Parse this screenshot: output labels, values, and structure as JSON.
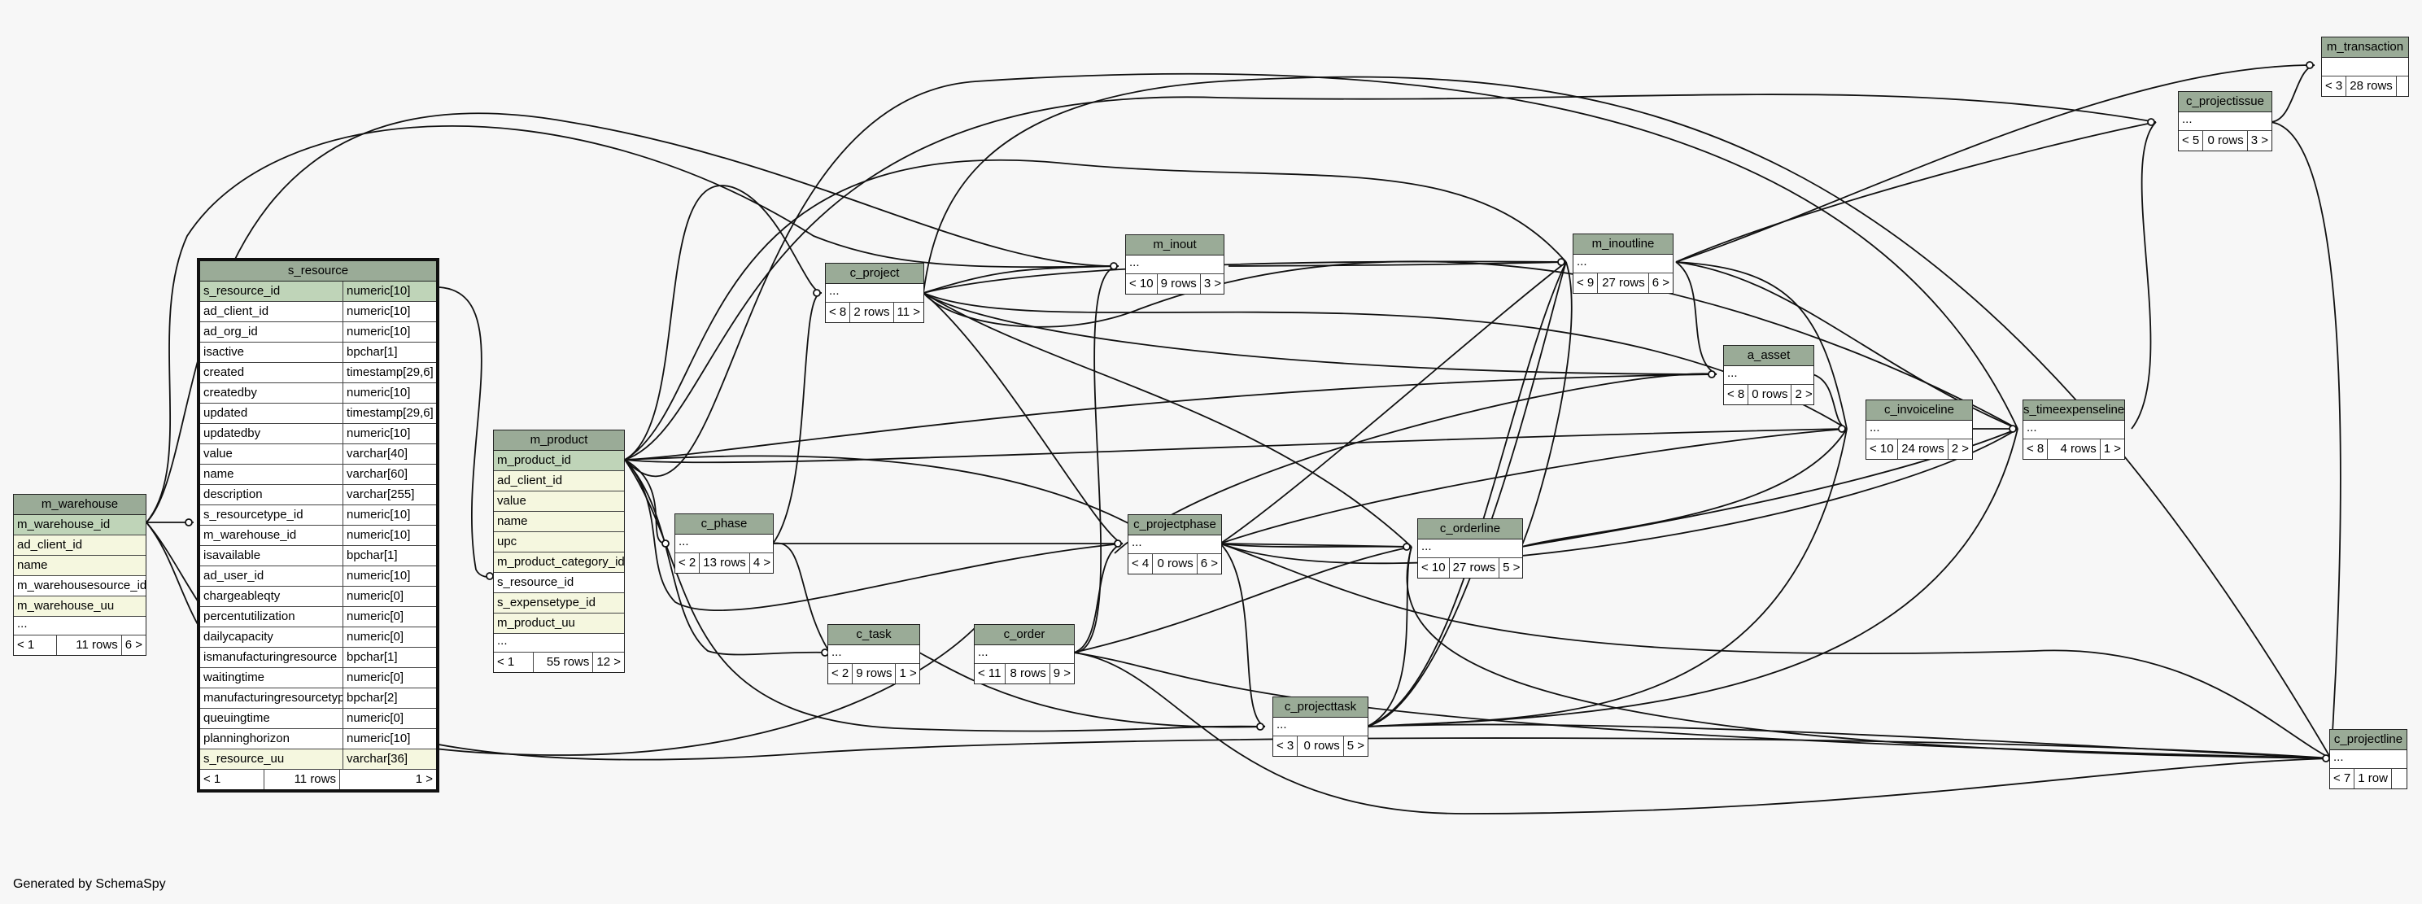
{
  "generated_by": "Generated by SchemaSpy",
  "tables": {
    "m_transaction": {
      "name": "m_transaction",
      "footer": [
        "< 3",
        "28 rows",
        ""
      ]
    },
    "c_projectissue": {
      "name": "c_projectissue",
      "ellipsis": "...",
      "footer": [
        "< 5",
        "0 rows",
        "3 >"
      ]
    },
    "m_inout": {
      "name": "m_inout",
      "ellipsis": "...",
      "footer": [
        "< 10",
        "9 rows",
        "3 >"
      ]
    },
    "m_inoutline": {
      "name": "m_inoutline",
      "ellipsis": "...",
      "footer": [
        "< 9",
        "27 rows",
        "6 >"
      ]
    },
    "c_project": {
      "name": "c_project",
      "ellipsis": "...",
      "footer": [
        "< 8",
        "2 rows",
        "11 >"
      ]
    },
    "a_asset": {
      "name": "a_asset",
      "ellipsis": "...",
      "footer": [
        "< 8",
        "0 rows",
        "2 >"
      ]
    },
    "c_invoiceline": {
      "name": "c_invoiceline",
      "ellipsis": "...",
      "footer": [
        "< 10",
        "24 rows",
        "2 >"
      ]
    },
    "s_timeexpenseline": {
      "name": "s_timeexpenseline",
      "ellipsis": "...",
      "footer": [
        "< 8",
        "4 rows",
        "1 >"
      ]
    },
    "c_phase": {
      "name": "c_phase",
      "ellipsis": "...",
      "footer": [
        "< 2",
        "13 rows",
        "4 >"
      ]
    },
    "c_projectphase": {
      "name": "c_projectphase",
      "ellipsis": "...",
      "footer": [
        "< 4",
        "0 rows",
        "6 >"
      ]
    },
    "c_orderline": {
      "name": "c_orderline",
      "ellipsis": "...",
      "footer": [
        "< 10",
        "27 rows",
        "5 >"
      ]
    },
    "c_task": {
      "name": "c_task",
      "ellipsis": "...",
      "footer": [
        "< 2",
        "9 rows",
        "1 >"
      ]
    },
    "c_order": {
      "name": "c_order",
      "ellipsis": "...",
      "footer": [
        "< 11",
        "8 rows",
        "9 >"
      ]
    },
    "c_projecttask": {
      "name": "c_projecttask",
      "ellipsis": "...",
      "footer": [
        "< 3",
        "0 rows",
        "5 >"
      ]
    },
    "c_projectline": {
      "name": "c_projectline",
      "ellipsis": "...",
      "footer": [
        "< 7",
        "1 row",
        ""
      ]
    },
    "m_warehouse": {
      "name": "m_warehouse",
      "columns": [
        "m_warehouse_id",
        "ad_client_id",
        "name",
        "m_warehousesource_id",
        "m_warehouse_uu"
      ],
      "ellipsis": "...",
      "footer": [
        "< 1",
        "11 rows",
        "6 >"
      ]
    },
    "m_product": {
      "name": "m_product",
      "columns": [
        "m_product_id",
        "ad_client_id",
        "value",
        "name",
        "upc",
        "m_product_category_id",
        "s_resource_id",
        "s_expensetype_id",
        "m_product_uu"
      ],
      "ellipsis": "...",
      "footer": [
        "< 1",
        "55 rows",
        "12 >"
      ]
    },
    "s_resource": {
      "name": "s_resource",
      "columns": [
        [
          "s_resource_id",
          "numeric[10]"
        ],
        [
          "ad_client_id",
          "numeric[10]"
        ],
        [
          "ad_org_id",
          "numeric[10]"
        ],
        [
          "isactive",
          "bpchar[1]"
        ],
        [
          "created",
          "timestamp[29,6]"
        ],
        [
          "createdby",
          "numeric[10]"
        ],
        [
          "updated",
          "timestamp[29,6]"
        ],
        [
          "updatedby",
          "numeric[10]"
        ],
        [
          "value",
          "varchar[40]"
        ],
        [
          "name",
          "varchar[60]"
        ],
        [
          "description",
          "varchar[255]"
        ],
        [
          "s_resourcetype_id",
          "numeric[10]"
        ],
        [
          "m_warehouse_id",
          "numeric[10]"
        ],
        [
          "isavailable",
          "bpchar[1]"
        ],
        [
          "ad_user_id",
          "numeric[10]"
        ],
        [
          "chargeableqty",
          "numeric[0]"
        ],
        [
          "percentutilization",
          "numeric[0]"
        ],
        [
          "dailycapacity",
          "numeric[0]"
        ],
        [
          "ismanufacturingresource",
          "bpchar[1]"
        ],
        [
          "waitingtime",
          "numeric[0]"
        ],
        [
          "manufacturingresourcetype",
          "bpchar[2]"
        ],
        [
          "queuingtime",
          "numeric[0]"
        ],
        [
          "planninghorizon",
          "numeric[10]"
        ],
        [
          "s_resource_uu",
          "varchar[36]"
        ]
      ],
      "footer": [
        "< 1",
        "11 rows",
        "1 >"
      ]
    }
  }
}
